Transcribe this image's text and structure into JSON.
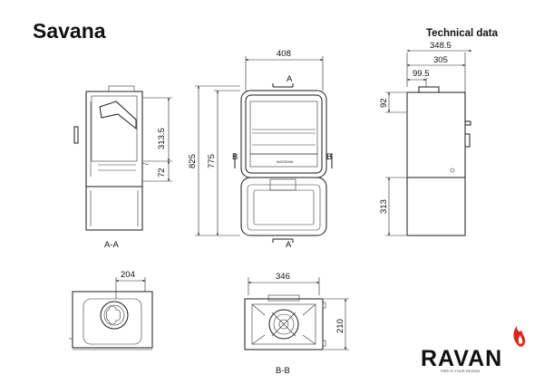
{
  "title": "Savana",
  "header": {
    "technical_data": "Technical data"
  },
  "section_labels": {
    "aa": "A-A",
    "bb": "B-B",
    "a": "A",
    "b": "B"
  },
  "dimensions": {
    "width_408": "408",
    "height_825": "825",
    "height_775": "775",
    "aa_313_5": "313.5",
    "aa_72": "72",
    "side_348_5": "348.5",
    "side_305": "305",
    "side_99_5": "99.5",
    "side_92": "92",
    "side_313": "313",
    "top_204": "204",
    "bb_346": "346",
    "bb_210": "210"
  },
  "plate_text": "MASSIMA",
  "logo": {
    "text": "RAVAN",
    "tagline": "FIRE IS YOUR DESIGN",
    "flame_color": "#e2231a"
  }
}
